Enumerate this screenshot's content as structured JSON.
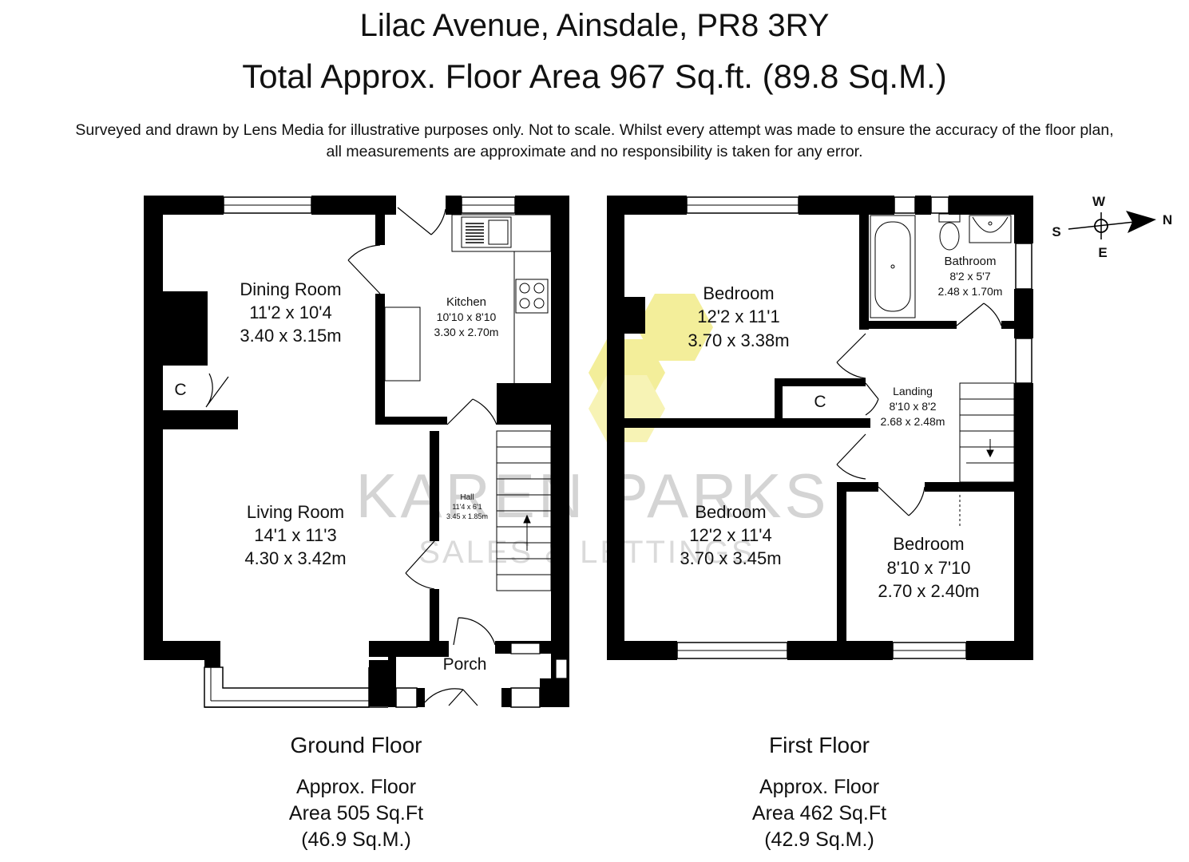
{
  "header": {
    "address": "Lilac Avenue, Ainsdale, PR8 3RY",
    "total_area": "Total Approx. Floor Area 967 Sq.ft. (89.8 Sq.M.)",
    "disclaimer_line1": "Surveyed and drawn by Lens Media for illustrative purposes only. Not to scale. Whilst every attempt was made to ensure the accuracy of the floor plan,",
    "disclaimer_line2": "all measurements are approximate and no responsibility is taken for any error."
  },
  "watermark": {
    "line1": "KAREN PARKS",
    "line2": "SALES & LETTINGS",
    "color": "#f3ee9a"
  },
  "compass": {
    "north": "N",
    "south": "S",
    "east": "E",
    "west": "W"
  },
  "ground_floor": {
    "label": "Ground Floor",
    "area_line1": "Approx. Floor",
    "area_line2": "Area 505 Sq.Ft",
    "area_line3": "(46.9 Sq.M.)",
    "rooms": {
      "dining": {
        "name": "Dining Room",
        "imperial": "11'2 x 10'4",
        "metric": "3.40 x 3.15m"
      },
      "kitchen": {
        "name": "Kitchen",
        "imperial": "10'10 x 8'10",
        "metric": "3.30 x 2.70m"
      },
      "cupboard": {
        "name": "C"
      },
      "living": {
        "name": "Living Room",
        "imperial": "14'1 x 11'3",
        "metric": "4.30 x 3.42m"
      },
      "hall": {
        "name": "Hall",
        "imperial": "11'4 x 6'1",
        "metric": "3.45 x 1.85m"
      },
      "porch": {
        "name": "Porch"
      }
    }
  },
  "first_floor": {
    "label": "First Floor",
    "area_line1": "Approx. Floor",
    "area_line2": "Area 462 Sq.Ft",
    "area_line3": "(42.9 Sq.M.)",
    "rooms": {
      "bedroom1": {
        "name": "Bedroom",
        "imperial": "12'2 x 11'1",
        "metric": "3.70 x 3.38m"
      },
      "bathroom": {
        "name": "Bathroom",
        "imperial": "8'2 x 5'7",
        "metric": "2.48 x 1.70m"
      },
      "cupboard": {
        "name": "C"
      },
      "landing": {
        "name": "Landing",
        "imperial": "8'10 x 8'2",
        "metric": "2.68 x 2.48m"
      },
      "bedroom2": {
        "name": "Bedroom",
        "imperial": "12'2 x 11'4",
        "metric": "3.70 x 3.45m"
      },
      "bedroom3": {
        "name": "Bedroom",
        "imperial": "8'10 x 7'10",
        "metric": "2.70 x 2.40m"
      }
    }
  }
}
